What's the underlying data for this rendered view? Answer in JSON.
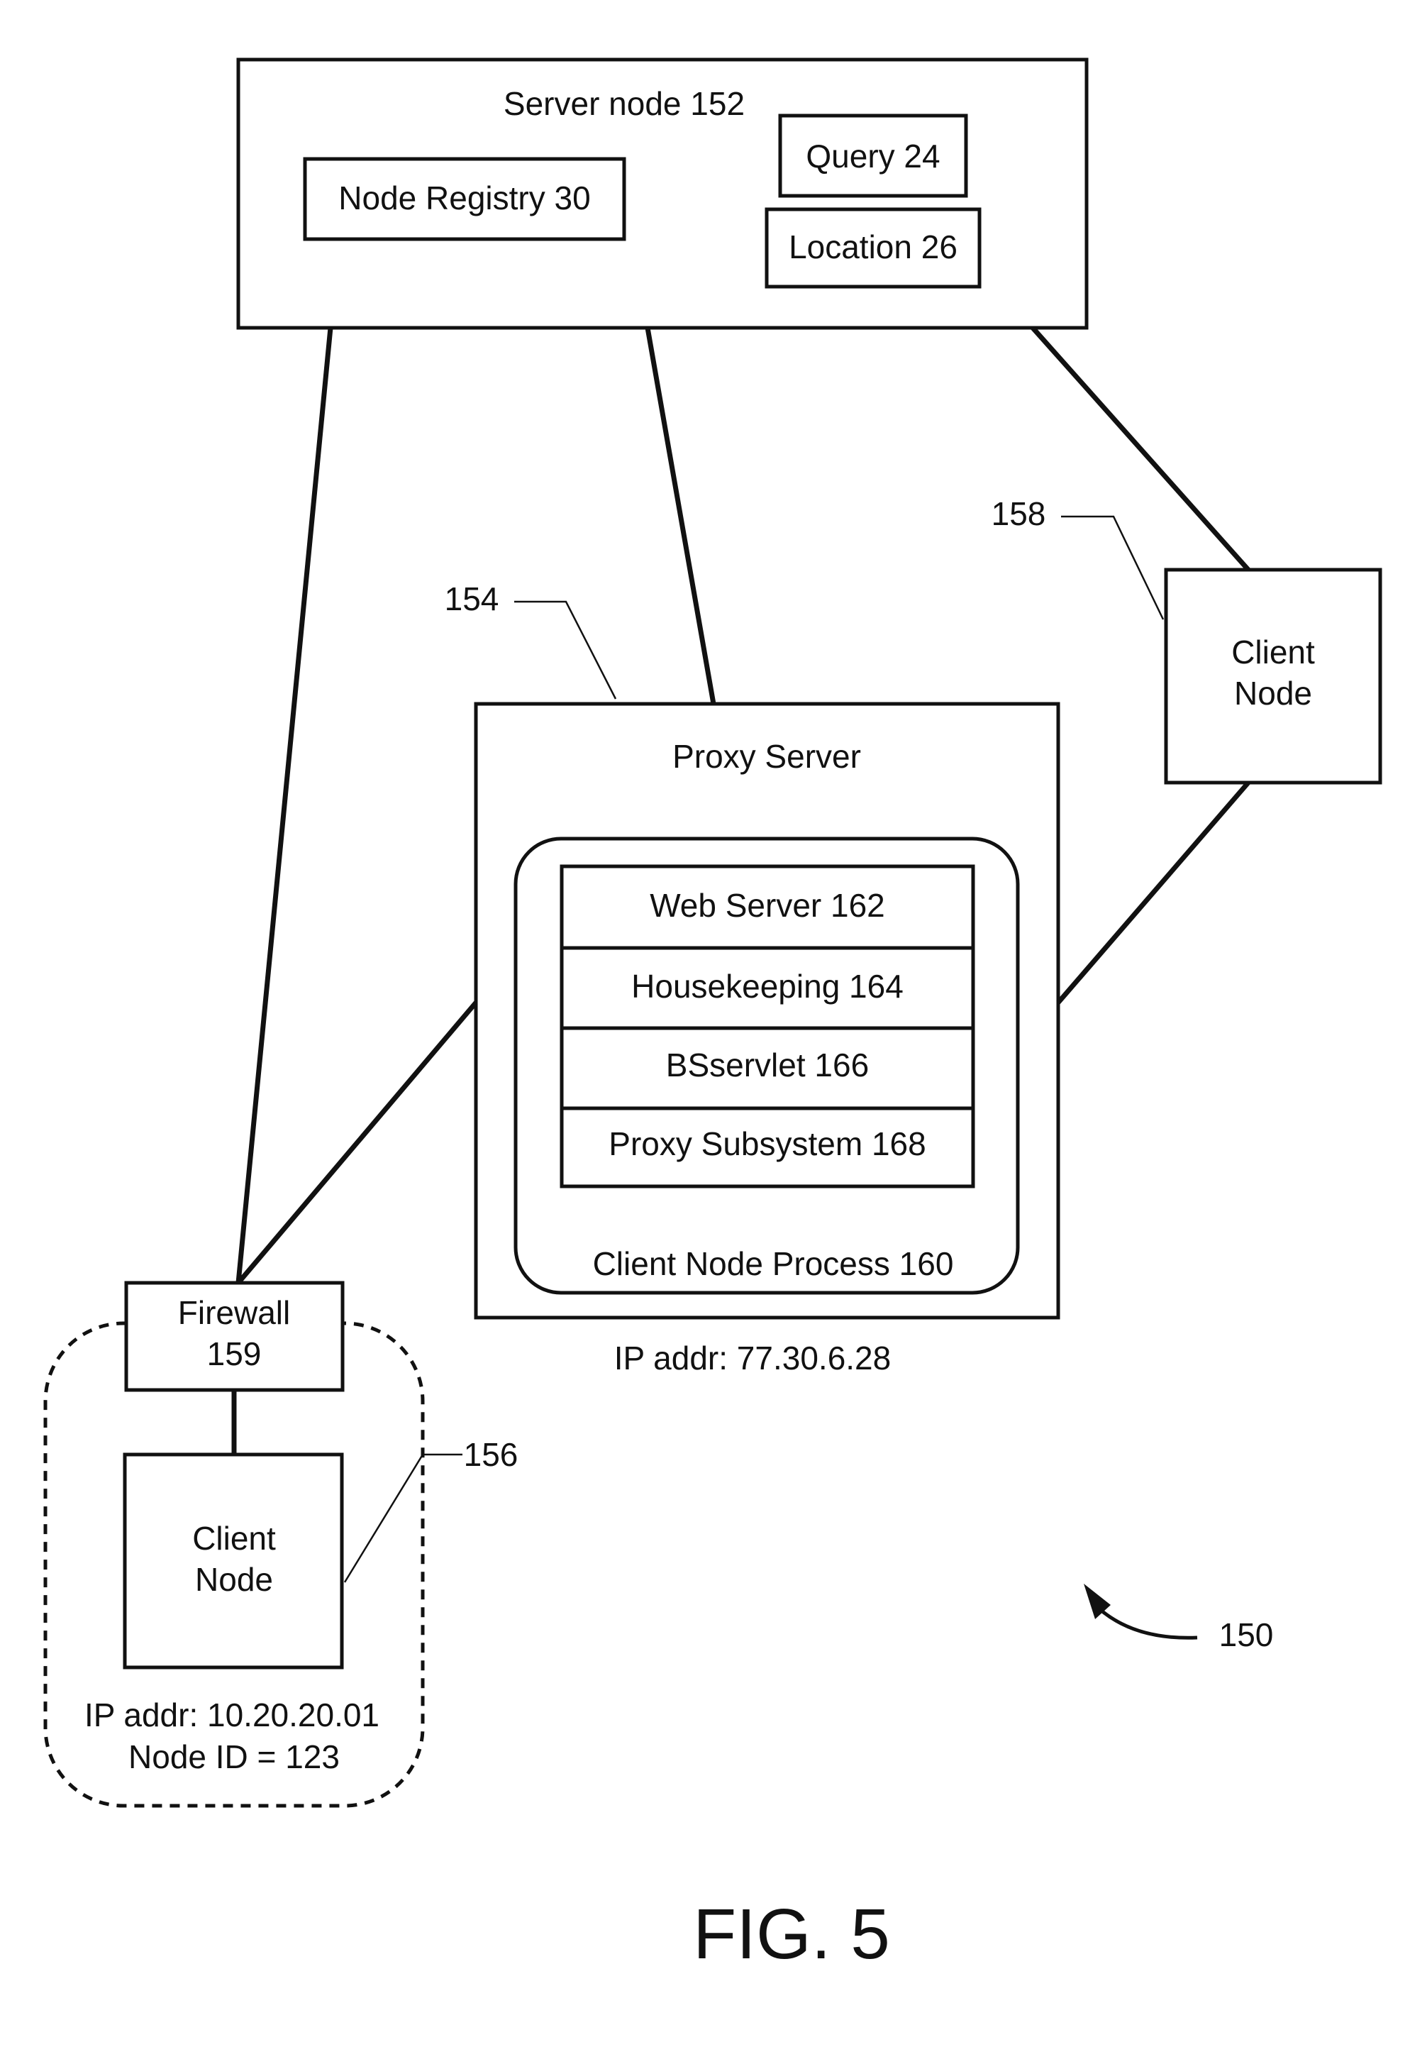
{
  "server_node": {
    "title": "Server node 152",
    "node_registry": "Node Registry 30",
    "query": "Query 24",
    "location": "Location 26"
  },
  "proxy": {
    "ref": "154",
    "title": "Proxy Server",
    "ip": "IP addr: 77.30.6.28",
    "process_label": "Client Node Process 160",
    "components": [
      "Web Server 162",
      "Housekeeping 164",
      "BSservlet 166",
      "Proxy Subsystem 168"
    ]
  },
  "client_right": {
    "ref": "158",
    "line1": "Client",
    "line2": "Node"
  },
  "firewall": {
    "line1": "Firewall",
    "line2": "159"
  },
  "client_left": {
    "ref": "156",
    "line1": "Client",
    "line2": "Node",
    "ip": "IP addr: 10.20.20.01",
    "node_id": "Node ID = 123"
  },
  "system_ref": "150",
  "figure_label": "FIG. 5"
}
